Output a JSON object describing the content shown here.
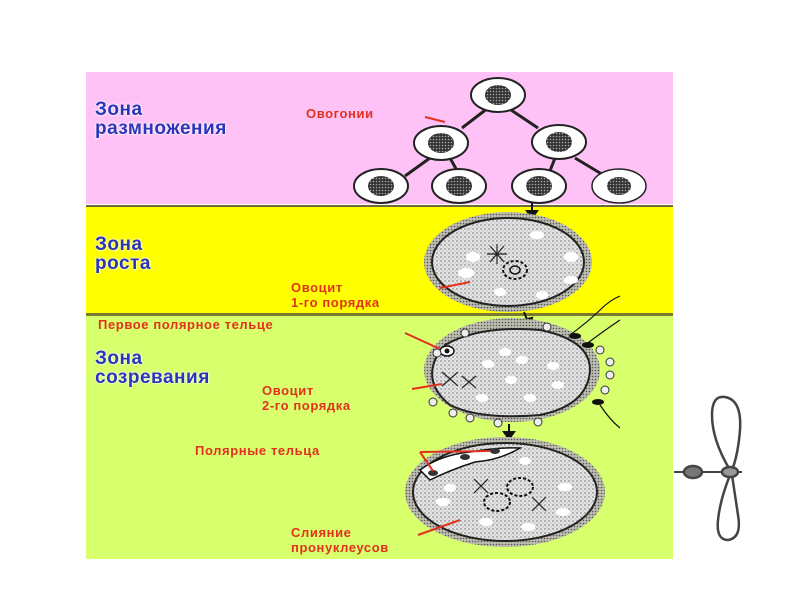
{
  "zones": [
    {
      "id": "reproduction",
      "title_lines": [
        "Зона",
        "размножения"
      ],
      "color": "#ffc2f7"
    },
    {
      "id": "growth",
      "title_lines": [
        "Зона",
        "роста"
      ],
      "color": "#ffff00"
    },
    {
      "id": "maturation",
      "title_lines": [
        "Зона",
        "созревания"
      ],
      "color": "#d8ff6c"
    }
  ],
  "labels": {
    "oogonia": "Овогонии",
    "oocyte1": [
      "Овоцит",
      "1-го порядка"
    ],
    "first_polar_body": "Первое полярное тельце",
    "oocyte2": [
      "Овоцит",
      "2-го порядка"
    ],
    "polar_bodies": "Полярные тельца",
    "fusion": [
      "Слияние",
      "пронуклеусов"
    ]
  },
  "colors": {
    "zone_title": "#2a35b8",
    "annotation": "#e2321f"
  }
}
